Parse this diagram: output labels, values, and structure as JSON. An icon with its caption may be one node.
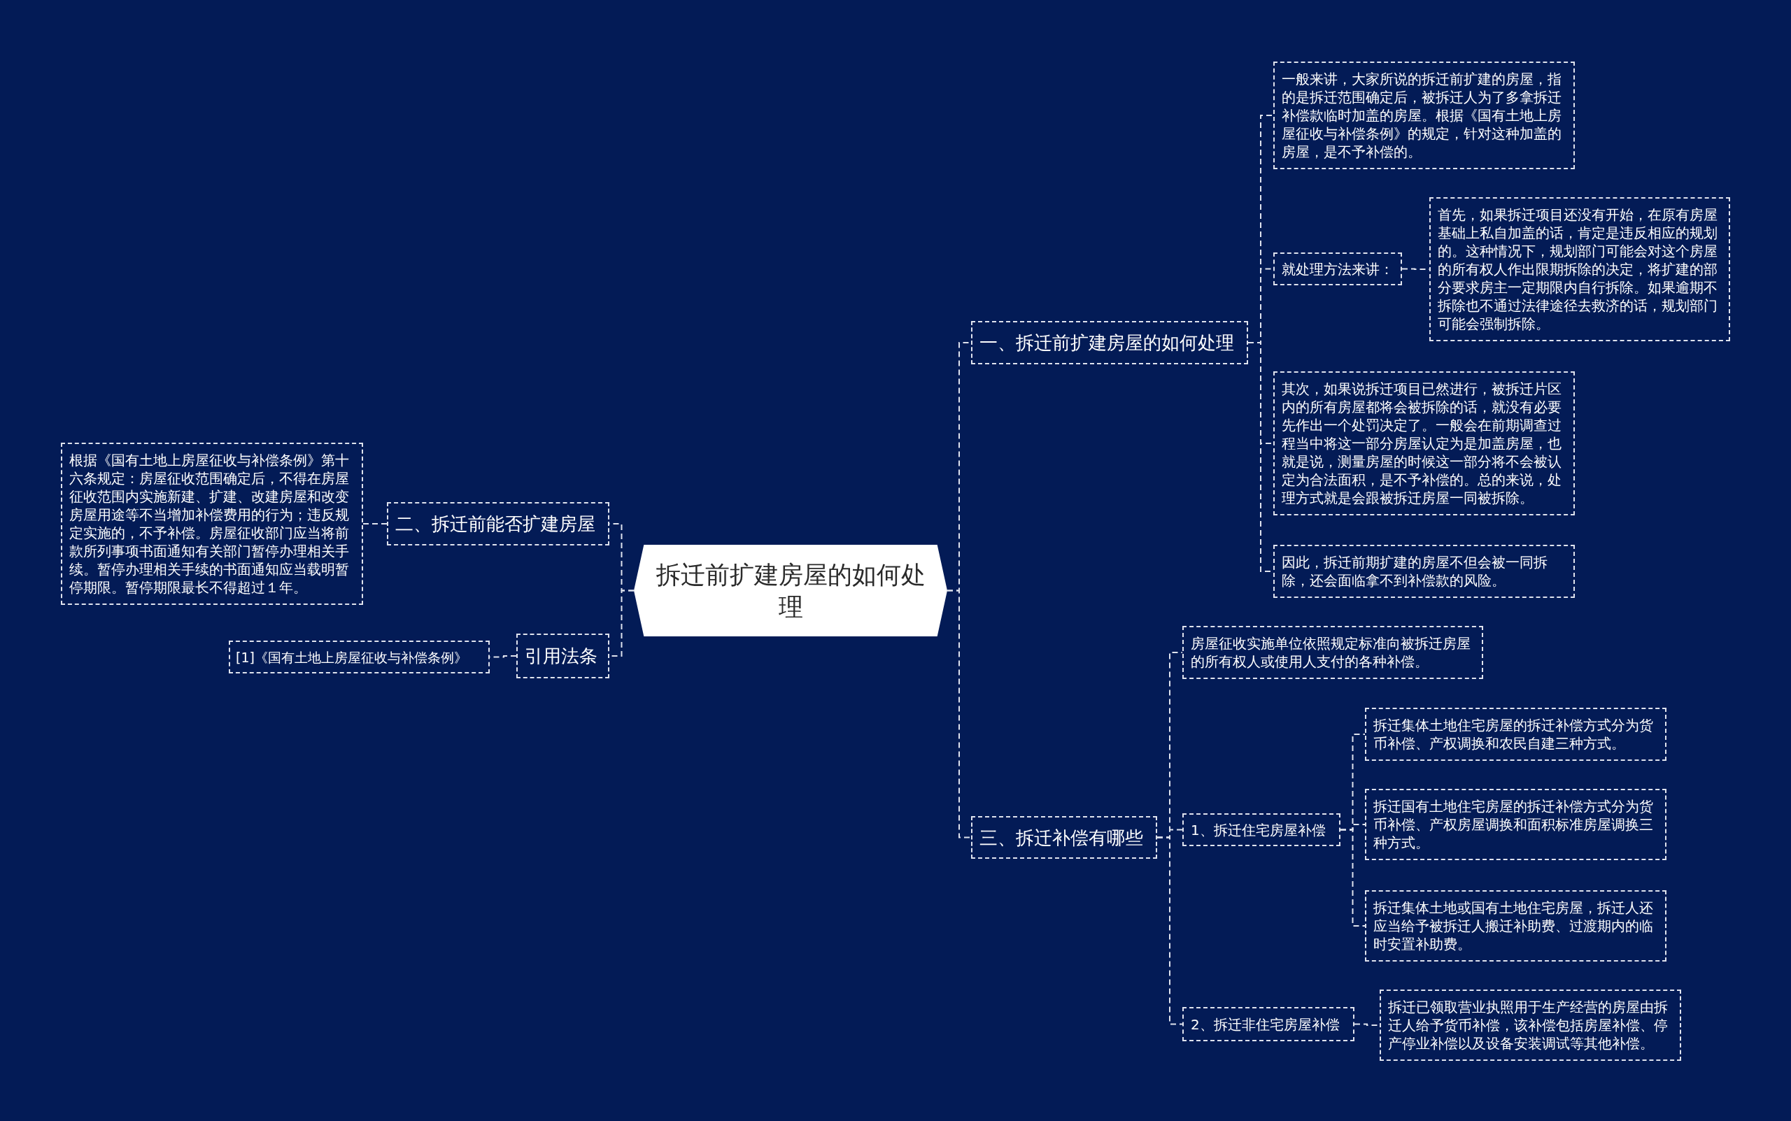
{
  "diagram": {
    "nodes": [
      {
        "text": [
          "拆迁前扩建房屋的如何处理"
        ]
      },
      {
        "text": [
          "一、拆迁前扩建房屋的如何处理"
        ]
      },
      {
        "text": [
          "一般来讲，大家所说的拆迁前扩建的房屋，指的是拆迁范围确定后，被拆迁人为了多拿拆迁补偿款临时加盖的房屋。根据《国有土地上房屋征收与补偿条例》的规定，针对这种加盖的房屋，是不予补偿的。"
        ]
      },
      {
        "text": [
          "就处理方法来讲："
        ]
      },
      {
        "text": [
          "首先，如果拆迁项目还没有开始，在原有房屋基础上私自加盖的话，肯定是违反相应的规划的。这种情况下，规划部门可能会对这个房屋的所有权人作出限期拆除的决定，将扩建的部分要求房主一定期限内自行拆除。如果逾期不拆除也不通过法律途径去救济的话，规划部门可能会强制拆除。"
        ]
      },
      {
        "text": [
          "其次，如果说拆迁项目已然进行，被拆迁片区内的所有房屋都将会被拆除的话，就没有必要先作出一个处罚决定了。一般会在前期调查过程当中将这一部分房屋认定为是加盖房屋，也就是说，测量房屋的时候这一部分将不会被认定为合法面积，是不予补偿的。总的来说，处理方式就是会跟被拆迁房屋一同被拆除。"
        ]
      },
      {
        "text": [
          "因此，拆迁前期扩建的房屋不但会被一同拆除，还会面临拿不到补偿款的风险。"
        ]
      },
      {
        "text": [
          "二、拆迁前能否扩建房屋"
        ]
      },
      {
        "text": [
          "根据《国有土地上房屋征收与补偿条例》第十六条规定：房屋征收范围确定后，不得在房屋征收范围内实施新建、扩建、改建房屋和改变房屋用途等不当增加补偿费用的行为；违反规定实施的，不予补偿。房屋征收部门应当将前款所列事项书面通知有关部门暂停办理相关手续。暂停办理相关手续的书面通知应当载明暂停期限。暂停期限最长不得超过１年。"
        ]
      },
      {
        "text": [
          "三、拆迁补偿有哪些"
        ]
      },
      {
        "text": [
          "房屋征收实施单位依照规定标准向被拆迁房屋的所有权人或使用人支付的各种补偿。"
        ]
      },
      {
        "text": [
          "1、拆迁住宅房屋补偿"
        ]
      },
      {
        "text": [
          "拆迁集体土地住宅房屋的拆迁补偿方式分为货币补偿、产权调换和农民自建三种方式。"
        ]
      },
      {
        "text": [
          "拆迁国有土地住宅房屋的拆迁补偿方式分为货币补偿、产权房屋调换和面积标准房屋调换三种方式。"
        ]
      },
      {
        "text": [
          "拆迁集体土地或国有土地住宅房屋，拆迁人还应当给予被拆迁人搬迁补助费、过渡期内的临时安置补助费。"
        ]
      },
      {
        "text": [
          "2、拆迁非住宅房屋补偿"
        ]
      },
      {
        "text": [
          "拆迁已领取营业执照用于生产经营的房屋由拆迁人给予货币补偿，该补偿包括房屋补偿、停产停业补偿以及设备安装调试等其他补偿。"
        ]
      },
      {
        "text": [
          "引用法条"
        ]
      },
      {
        "text": [
          "[1]《国有土地上房屋征收与补偿条例》"
        ]
      }
    ],
    "edges": [
      {
        "from": 0,
        "to": 1,
        "arrow": "none",
        "style": "dashed"
      },
      {
        "from": 1,
        "to": 2,
        "arrow": "none",
        "style": "dashed"
      },
      {
        "from": 1,
        "to": 3,
        "arrow": "none",
        "style": "dashed"
      },
      {
        "from": 3,
        "to": 4,
        "arrow": "none",
        "style": "dashed"
      },
      {
        "from": 1,
        "to": 5,
        "arrow": "none",
        "style": "dashed"
      },
      {
        "from": 1,
        "to": 6,
        "arrow": "none",
        "style": "dashed"
      },
      {
        "from": 0,
        "to": 7,
        "arrow": "none",
        "style": "dashed"
      },
      {
        "from": 7,
        "to": 8,
        "arrow": "none",
        "style": "dashed"
      },
      {
        "from": 0,
        "to": 9,
        "arrow": "none",
        "style": "dashed"
      },
      {
        "from": 9,
        "to": 10,
        "arrow": "none",
        "style": "dashed"
      },
      {
        "from": 9,
        "to": 11,
        "arrow": "none",
        "style": "dashed"
      },
      {
        "from": 11,
        "to": 12,
        "arrow": "none",
        "style": "dashed"
      },
      {
        "from": 11,
        "to": 13,
        "arrow": "none",
        "style": "dashed"
      },
      {
        "from": 11,
        "to": 14,
        "arrow": "none",
        "style": "dashed"
      },
      {
        "from": 9,
        "to": 15,
        "arrow": "none",
        "style": "dashed"
      },
      {
        "from": 15,
        "to": 16,
        "arrow": "none",
        "style": "dashed"
      },
      {
        "from": 0,
        "to": 17,
        "arrow": "none",
        "style": "dashed"
      },
      {
        "from": 17,
        "to": 18,
        "arrow": "none",
        "style": "dashed"
      }
    ]
  }
}
